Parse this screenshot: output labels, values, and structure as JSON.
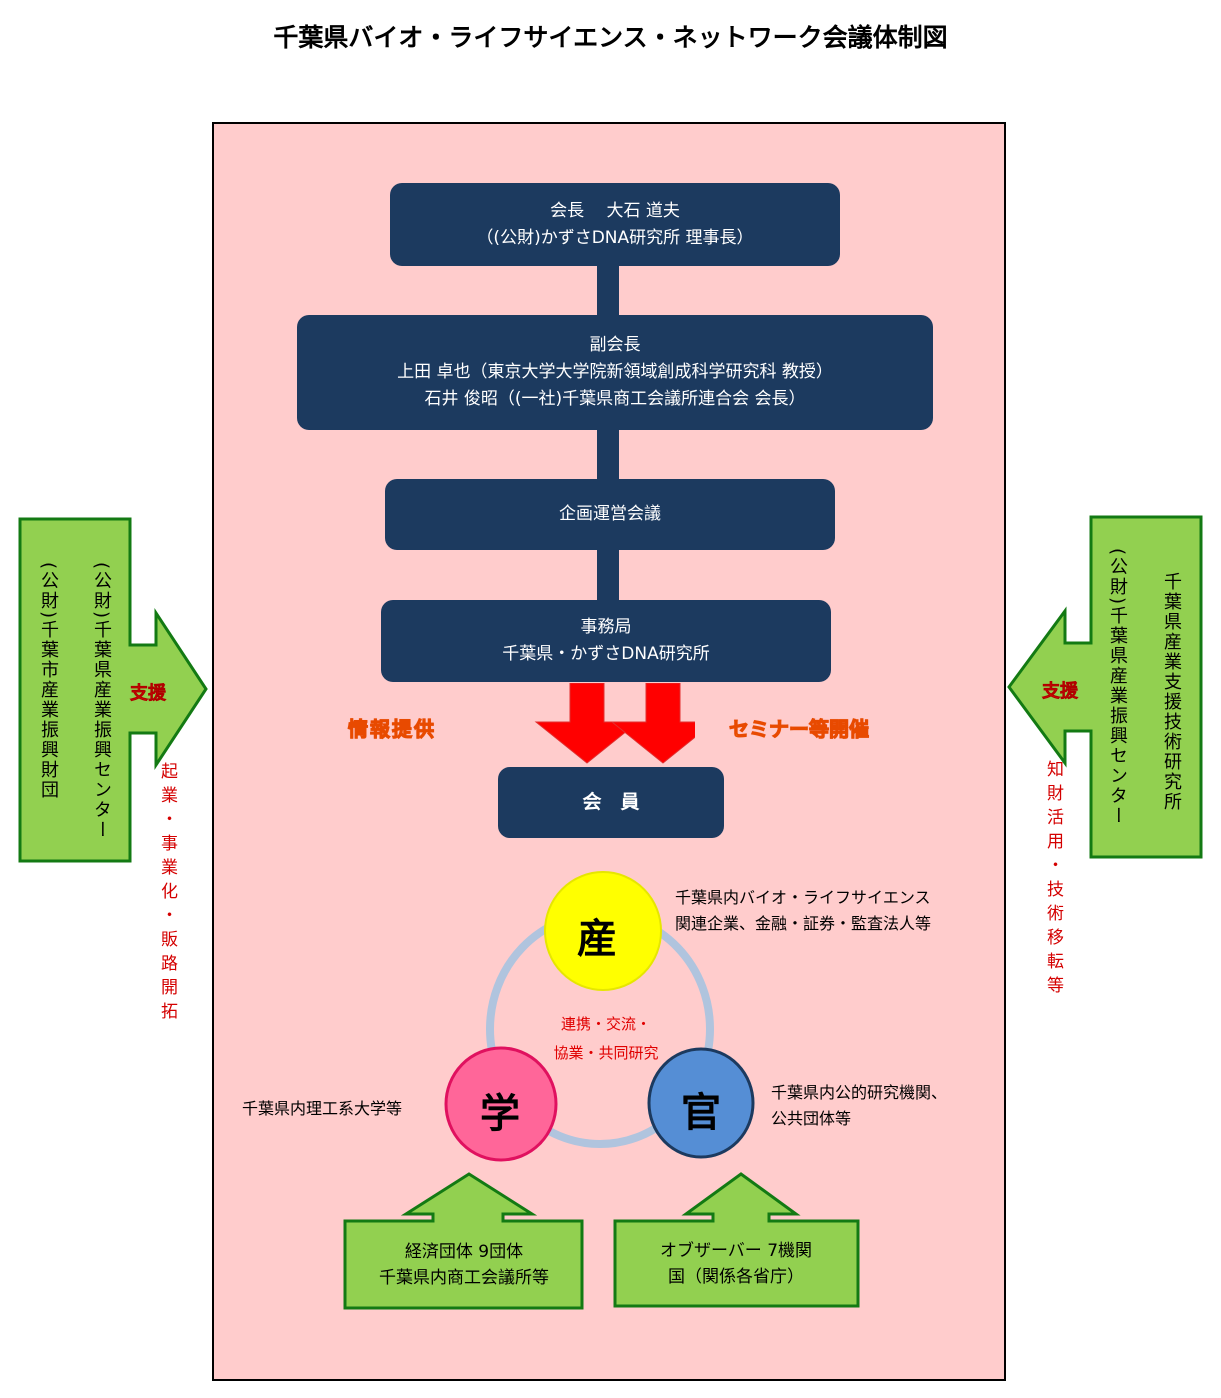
{
  "title": "千葉県バイオ・ライフサイエンス・ネットワーク会議体制図",
  "colors": {
    "frame_bg": "#ffcccc",
    "navy_box": "#1c3a5f",
    "green_box": "#92d050",
    "green_border": "#137a13",
    "arrow_red": "#ff0000",
    "ring": "#b0c4de",
    "industry": "#ffff00",
    "academia": "#ff6699",
    "government": "#558ed5"
  },
  "org": {
    "chair": {
      "line1": "会長　 大石 道夫",
      "line2": "（(公財)かずさDNA研究所 理事長）"
    },
    "vice_chair": {
      "line1": "副会長",
      "line2": "上田 卓也（東京大学大学院新領域創成科学研究科 教授）",
      "line3": "石井 俊昭（(一社)千葉県商工会議所連合会 会長）"
    },
    "planning": {
      "line1": "企画運営会議"
    },
    "secretariat": {
      "line1": "事務局",
      "line2": "千葉県・かずさDNA研究所"
    },
    "members": {
      "line1": "会　員"
    }
  },
  "flow_labels": {
    "left": "情報提供",
    "right": "セミナー等開催"
  },
  "left_support": {
    "org1": "(公財)千葉県産業振興センター",
    "org2": "(公財)千葉市産業振興財団",
    "arrow_label": "支援",
    "activities": "起業・事業化・販路開拓"
  },
  "right_support": {
    "org1": "千葉県産業支援技術研究所",
    "org2": "(公財)千葉県産業振興センター",
    "arrow_label": "支援",
    "activities": "知財活用・技術移転等"
  },
  "triad": {
    "industry": {
      "label": "産",
      "note1": "千葉県内バイオ・ライフサイエンス",
      "note2": "関連企業、金融・証券・監査法人等"
    },
    "academia": {
      "label": "学",
      "note1": "千葉県内理工系大学等"
    },
    "government": {
      "label": "官",
      "note1": "千葉県内公的研究機関、",
      "note2": "公共団体等"
    },
    "center1": "連携・交流・",
    "center2": "協業・共同研究"
  },
  "bottom_boxes": [
    {
      "line1": "経済団体 9団体",
      "line2": "千葉県内商工会議所等"
    },
    {
      "line1": "オブザーバー 7機関",
      "line2": "国（関係各省庁）"
    }
  ]
}
